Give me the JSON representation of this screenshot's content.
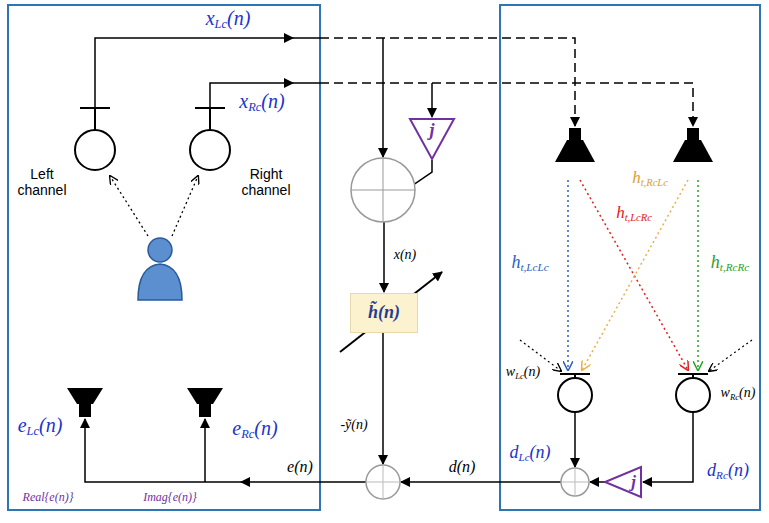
{
  "diagram": {
    "nodes": [
      {
        "text": [
          "j"
        ]
      },
      {
        "text": [
          "h̃(n)"
        ]
      },
      {
        "text": [
          "j"
        ]
      }
    ],
    "edges": [
      {
        "from": 0,
        "to": 1,
        "arrow": "to"
      }
    ],
    "labels": [
      "xLc(n)",
      "xRc(n)",
      "Left channel",
      "Right channel",
      "x(n)",
      "ht,LcLc",
      "ht,LcRc",
      "ht,RcLc",
      "ht,RcRc",
      "wLc(n)",
      "wRc(n)",
      "eLc(n)",
      "eRc(n)",
      "Real{e(n)}",
      "Imag{e(n)}",
      "-ỹ(n)",
      "e(n)",
      "d(n)",
      "dLc(n)",
      "dRc(n)"
    ]
  }
}
